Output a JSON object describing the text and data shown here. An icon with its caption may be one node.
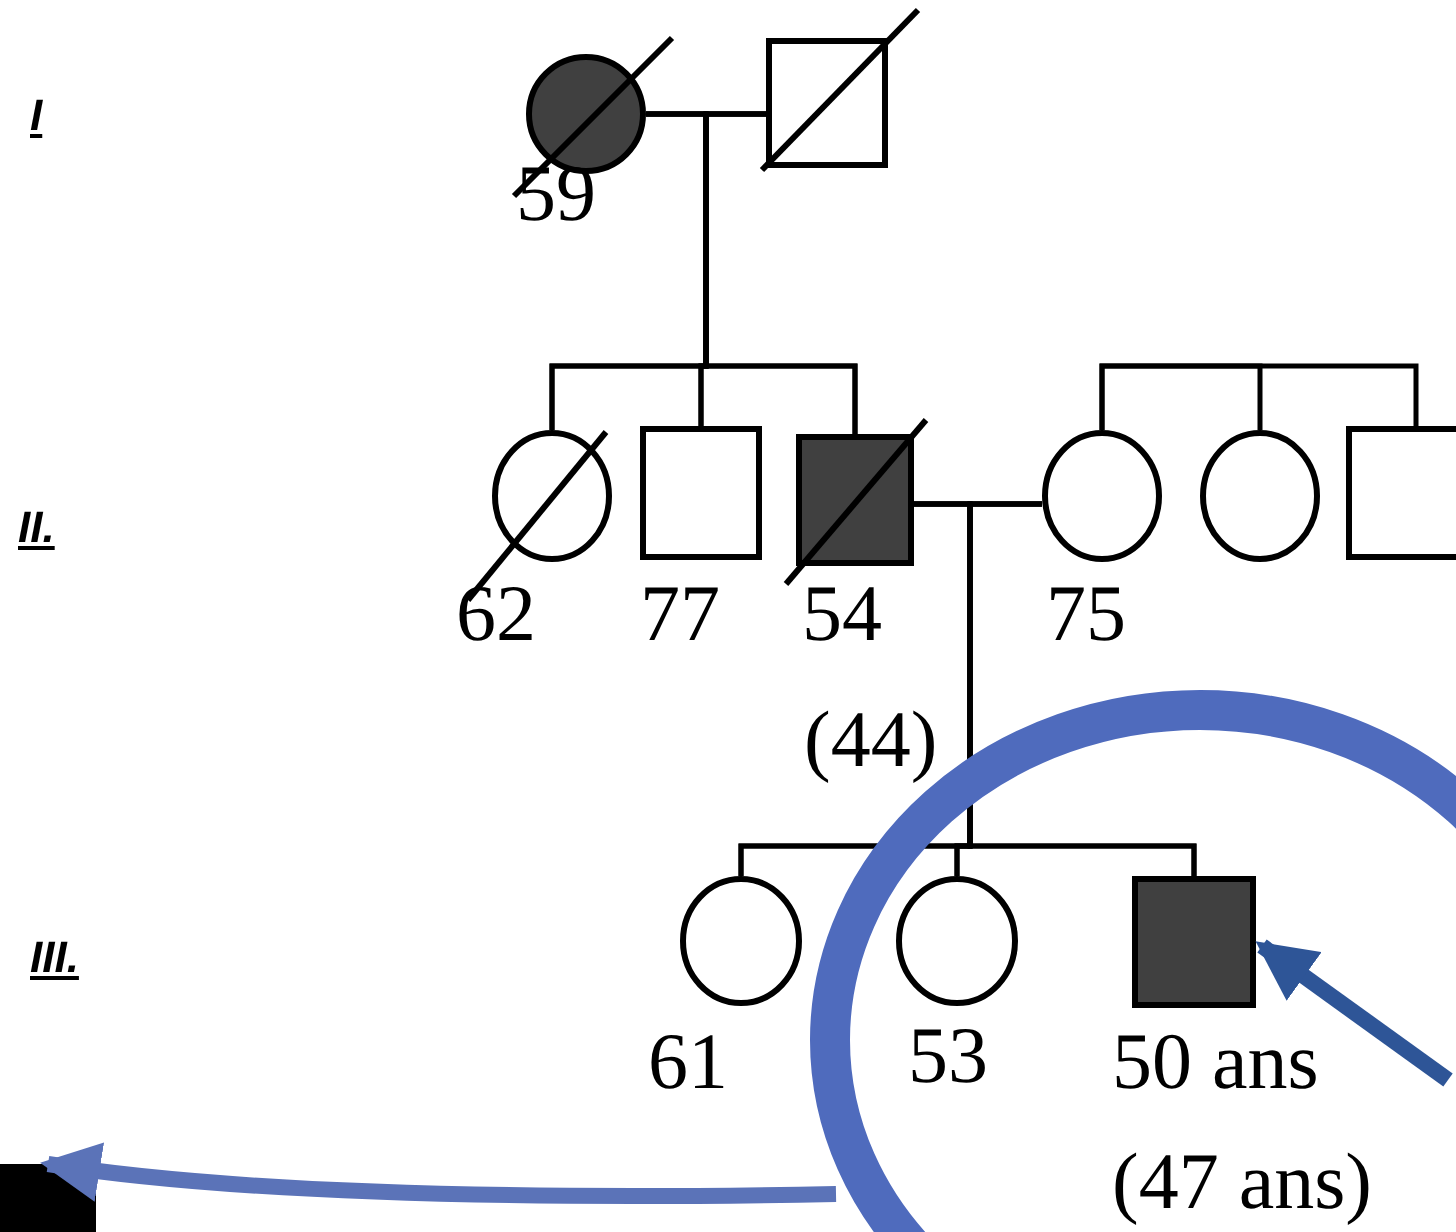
{
  "diagram": {
    "nodes": [
      {
        "text": [],
        "shape": "circle",
        "beside": [
          "59"
        ]
      },
      {
        "text": [],
        "shape": "box"
      },
      {
        "text": [],
        "shape": "circle",
        "beside": [
          "62"
        ]
      },
      {
        "text": [],
        "shape": "box",
        "beside": [
          "77"
        ]
      },
      {
        "text": [],
        "shape": "box",
        "beside": [
          "54",
          "(44)"
        ]
      },
      {
        "text": [],
        "shape": "circle",
        "beside": [
          "75"
        ]
      },
      {
        "text": [],
        "shape": "circle"
      },
      {
        "text": [],
        "shape": "box"
      },
      {
        "text": [],
        "shape": "circle",
        "beside": [
          "61"
        ]
      },
      {
        "text": [],
        "shape": "circle",
        "beside": [
          "53"
        ]
      },
      {
        "text": [],
        "shape": "box",
        "beside": [
          "50 ans",
          "(47 ans)"
        ]
      },
      {
        "text": [],
        "shape": "box"
      }
    ],
    "edges": [
      {
        "from": 0,
        "to": 1,
        "arrow": "none"
      },
      {
        "from": 0,
        "to": 2,
        "arrow": "none"
      },
      {
        "from": 0,
        "to": 3,
        "arrow": "none"
      },
      {
        "from": 0,
        "to": 4,
        "arrow": "none"
      },
      {
        "from": 1,
        "to": 2,
        "arrow": "none"
      },
      {
        "from": 1,
        "to": 3,
        "arrow": "none"
      },
      {
        "from": 1,
        "to": 4,
        "arrow": "none"
      },
      {
        "from": 5,
        "to": 6,
        "arrow": "none"
      },
      {
        "from": 5,
        "to": 7,
        "arrow": "none"
      },
      {
        "from": 4,
        "to": 5,
        "arrow": "none"
      },
      {
        "from": 4,
        "to": 8,
        "arrow": "none"
      },
      {
        "from": 4,
        "to": 9,
        "arrow": "none"
      },
      {
        "from": 4,
        "to": 10,
        "arrow": "none"
      },
      {
        "from": 5,
        "to": 8,
        "arrow": "none"
      },
      {
        "from": 5,
        "to": 9,
        "arrow": "none"
      },
      {
        "from": 5,
        "to": 10,
        "arrow": "none"
      },
      {
        "from": null,
        "to": 10,
        "arrow": "to",
        "style": "thick",
        "color": "#2e5597"
      },
      {
        "from": null,
        "to": 11,
        "arrow": "to",
        "style": "thick",
        "color": "#5b73b8"
      }
    ],
    "labels": [
      "I",
      "II.",
      "III."
    ]
  }
}
